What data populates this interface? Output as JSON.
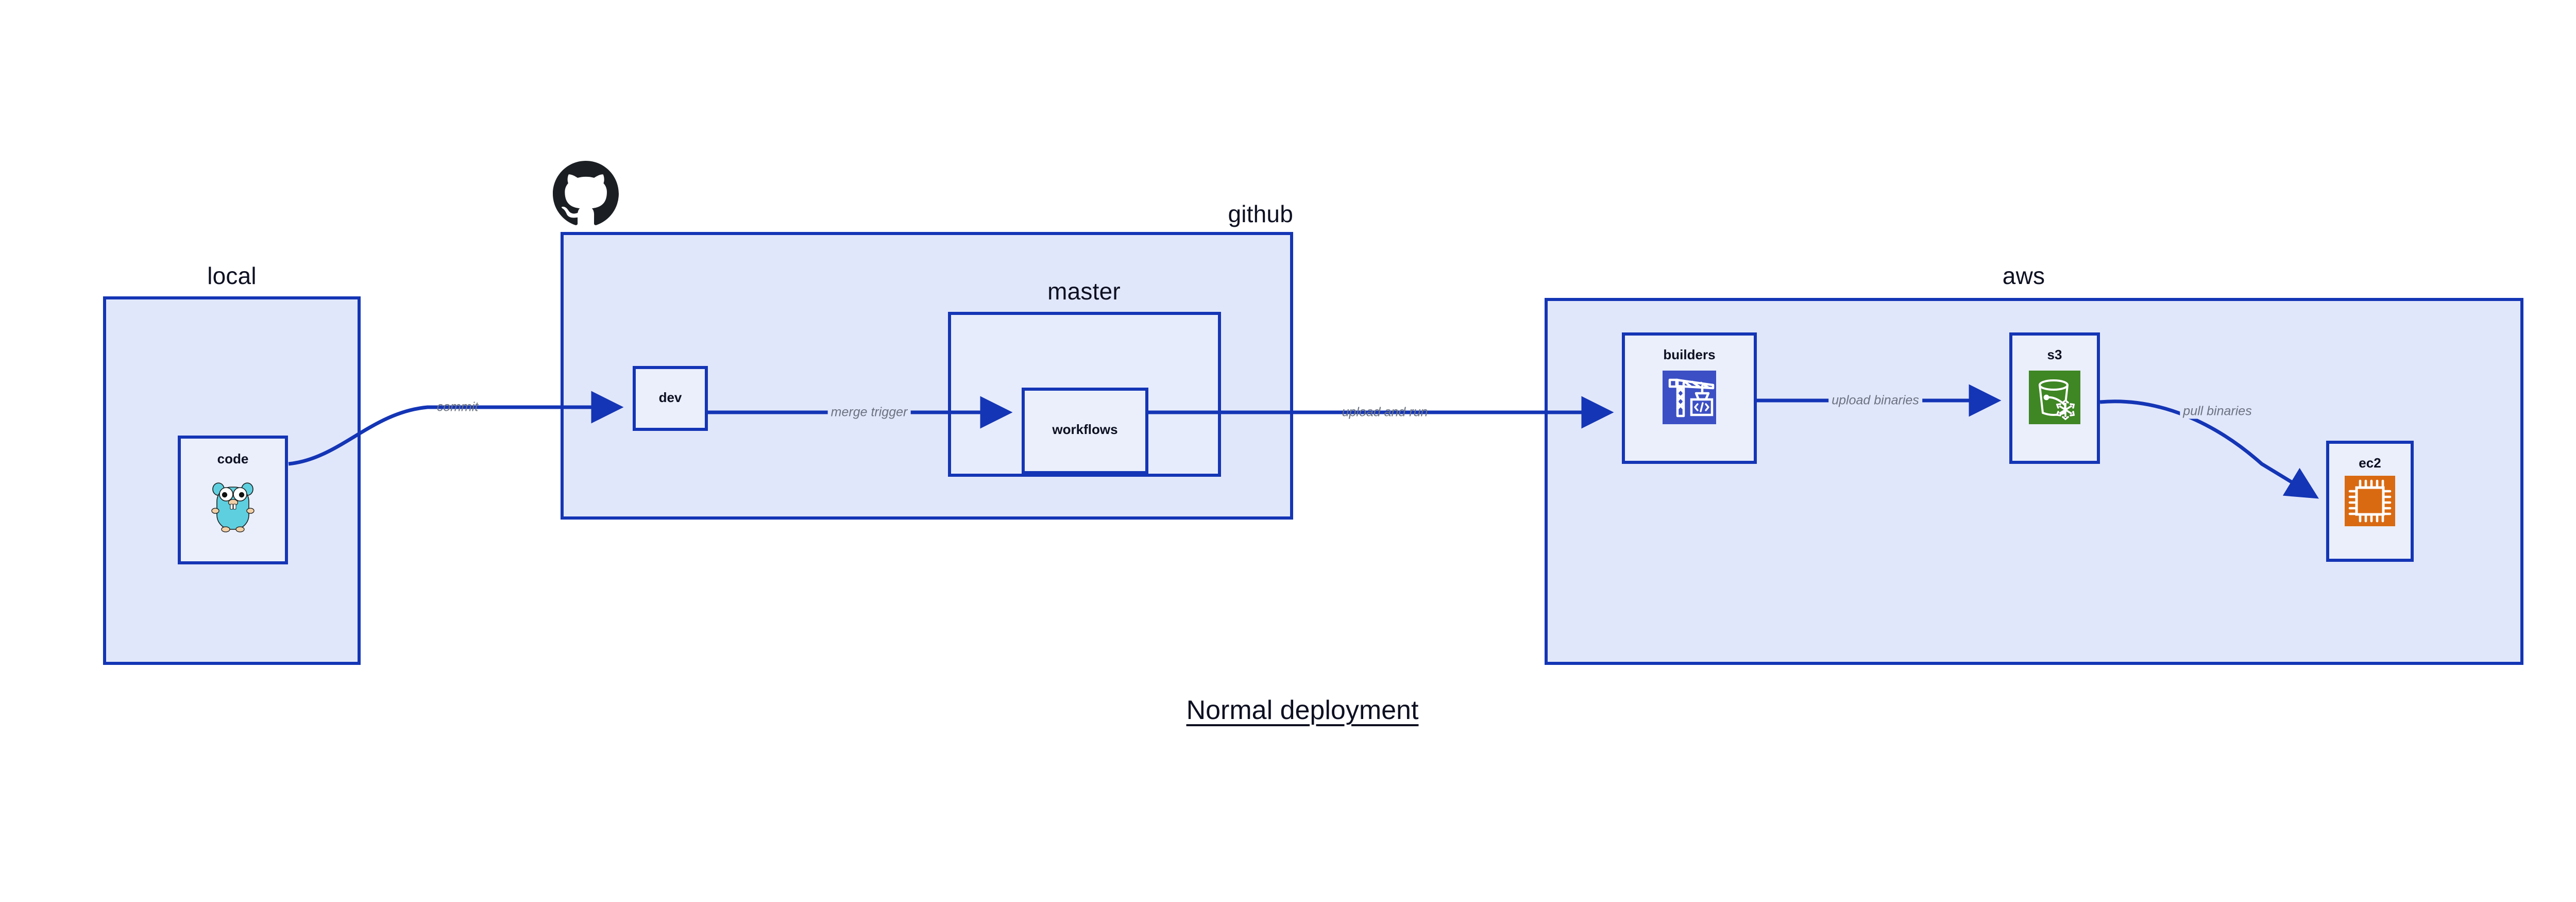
{
  "diagram": {
    "title": "Normal deployment",
    "colors": {
      "group_fill": "#e1e7fa",
      "group_inner_fill": "#e6ecfb",
      "node_fill": "#eaeffb",
      "border": "#1435b5",
      "arrow": "#1435b5",
      "edge_label_text": "#6b7280",
      "node_text": "#0d1021",
      "builders_icon_bg": "#3c4fc4",
      "s3_icon_bg": "#3f8624",
      "ec2_icon_bg": "#d96a12",
      "gopher_body": "#5ecfdf",
      "github_logo": "#1b1f23"
    }
  },
  "groups": {
    "local": {
      "label": "local"
    },
    "github": {
      "label": "github",
      "logo_icon": "github-octocat-icon"
    },
    "master": {
      "label": "master"
    },
    "aws": {
      "label": "aws"
    }
  },
  "nodes": {
    "code": {
      "label": "code",
      "icon": "go-gopher-icon"
    },
    "dev": {
      "label": "dev"
    },
    "workflows": {
      "label": "workflows"
    },
    "builders": {
      "label": "builders",
      "icon": "crane-code-icon"
    },
    "s3": {
      "label": "s3",
      "icon": "s3-bucket-glacier-icon"
    },
    "ec2": {
      "label": "ec2",
      "icon": "cpu-chip-icon"
    }
  },
  "edges": [
    {
      "id": "commit",
      "label": "commit",
      "from": "code",
      "to": "dev"
    },
    {
      "id": "merge-trigger",
      "label": "merge trigger",
      "from": "dev",
      "to": "workflows"
    },
    {
      "id": "upload-and-run",
      "label": "upload and run",
      "from": "workflows",
      "to": "builders"
    },
    {
      "id": "upload-binaries",
      "label": "upload binaries",
      "from": "builders",
      "to": "s3"
    },
    {
      "id": "pull-binaries",
      "label": "pull binaries",
      "from": "s3",
      "to": "ec2"
    }
  ]
}
